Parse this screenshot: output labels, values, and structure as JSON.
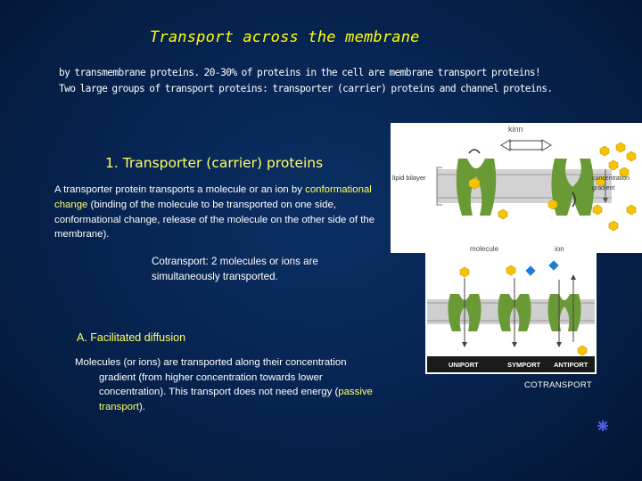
{
  "title": "Transport across the membrane",
  "intro": {
    "line1": "by transmembrane proteins.  20-30% of proteins in the cell are membrane transport proteins!",
    "line2": "Two large groups of transport proteins: transporter (carrier) proteins and channel proteins."
  },
  "section1": {
    "heading": "1. Transporter (carrier) proteins",
    "p_a": "A transporter protein transports a molecule or an ion by",
    "p_hl": "conformational change",
    "p_b": " (binding of the molecule to be transported on one side, conformational change, release of the molecule on the other side of the membrane)."
  },
  "cotransport": "Cotransport: 2 molecules or ions are simultaneously  transported.",
  "sectionA": {
    "heading": "A. Facilitated diffusion",
    "line1": "Molecules (or ions) are transported along their concentration",
    "rest_a": "gradient (from higher concentration towards lower concentration). This transport does not need energy (",
    "rest_hl": "passive transport",
    "rest_b": ")."
  },
  "figure1": {
    "label_top": "kinn",
    "label_lipid": "lipid bilayer",
    "label_gradient_1": "concentration",
    "label_gradient_2": "gradient"
  },
  "figure2": {
    "label_molecule": "molecule",
    "label_ion": "ion",
    "label_uniport": "UNIPORT",
    "label_symport": "SYMPORT",
    "label_antiport": "ANTIPORT"
  },
  "cotransport_label": "COTRANSPORT",
  "colors": {
    "title": "#ffff00",
    "highlight": "#ffff66",
    "protein": "#6a9a36",
    "molecule": "#f5c400",
    "ion": "#1e7ad4",
    "membrane": "#c9c9c9"
  },
  "icons": [
    "corner-burst-icon"
  ]
}
